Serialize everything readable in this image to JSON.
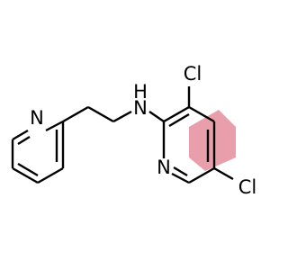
{
  "molecule": {
    "highlight_color": "#e89aa6",
    "labels": {
      "pyridine_nitrogen_left": "N",
      "amine_nitrogen": "N",
      "amine_hydrogen": "H",
      "pyridine_nitrogen_right": "N",
      "chlorine_top": "Cl",
      "chlorine_bottom": "Cl"
    }
  }
}
